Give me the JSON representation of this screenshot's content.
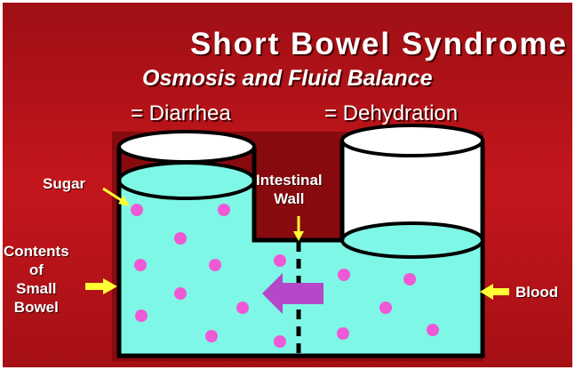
{
  "title": "Short Bowel Syndrome",
  "subtitle": "Osmosis and Fluid Balance",
  "captions": {
    "left": "= Diarrhea",
    "right": "= Dehydration"
  },
  "labels": {
    "sugar": "Sugar",
    "intestinal_wall": [
      "Intestinal",
      "Wall"
    ],
    "contents": [
      "Contents",
      "of",
      "Small",
      "Bowel"
    ],
    "blood": "Blood"
  },
  "colors": {
    "background": "#b3141a",
    "background_dark": "#7a0a0e",
    "fluid": "#7ff7e6",
    "sugar_dot": "#ef59d6",
    "flow_arrow": "#b448c8",
    "pointer_arrow": "#ffff33",
    "outline": "#000000"
  },
  "icons": {
    "sugar_particle": "circle",
    "flow_arrow": "left-arrow",
    "pointer_arrow": "yellow-arrow"
  }
}
